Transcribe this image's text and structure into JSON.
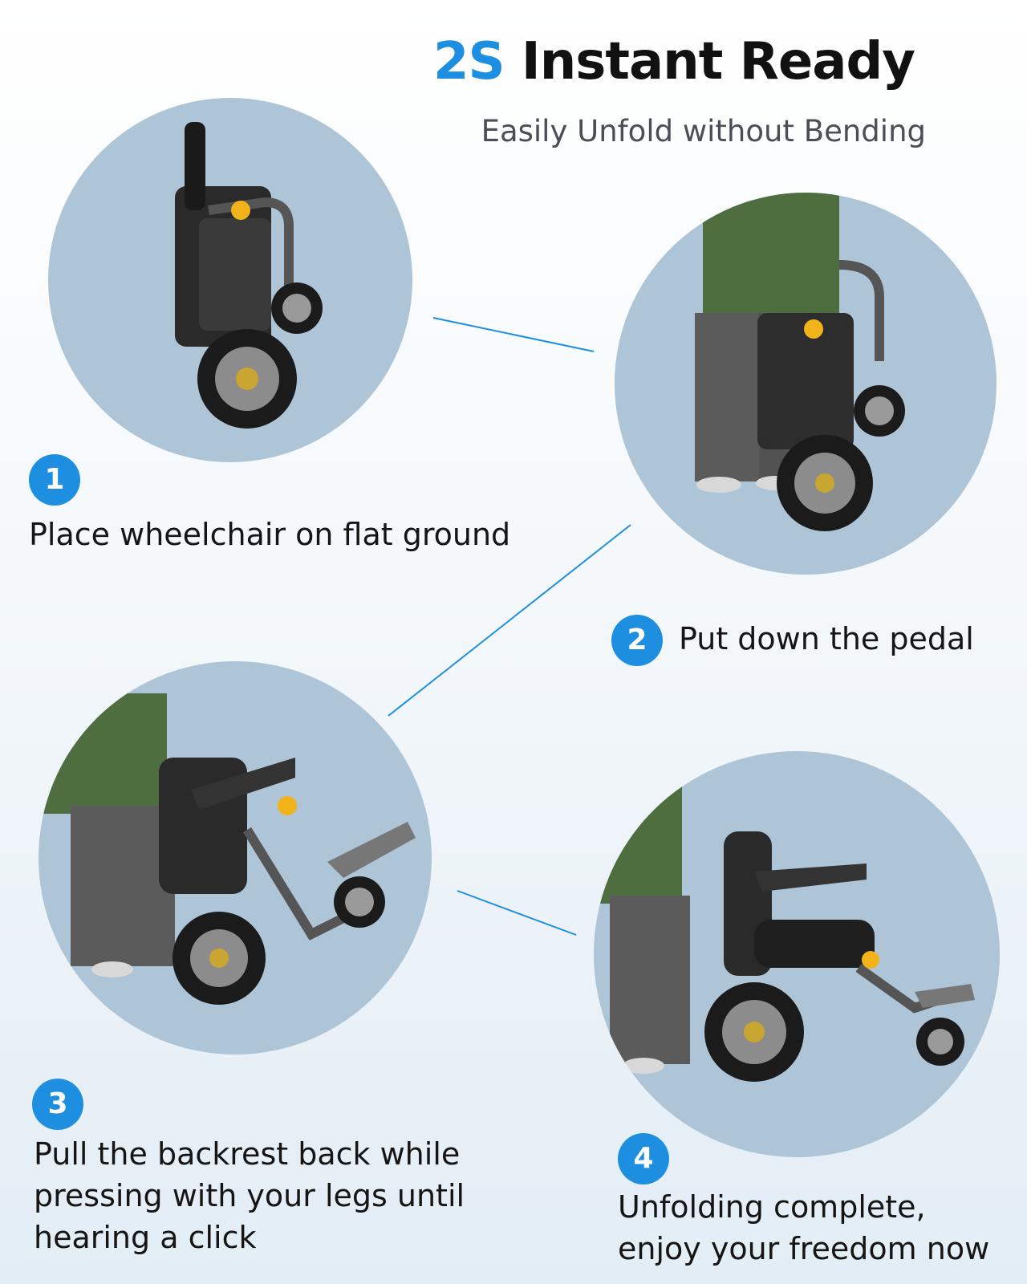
{
  "header": {
    "title_accent": "2S",
    "title_rest": "Instant Ready",
    "subtitle": "Easily Unfold without Bending"
  },
  "colors": {
    "accent": "#1e8fe0",
    "circle": "#adc5d7",
    "connector": "#1e8fe0"
  },
  "steps": [
    {
      "number": "1",
      "lines": [
        "Place wheelchair on flat ground"
      ]
    },
    {
      "number": "2",
      "lines": [
        "Put down the pedal"
      ]
    },
    {
      "number": "3",
      "lines": [
        "Pull the backrest back while",
        "pressing with your legs until",
        "hearing a click"
      ]
    },
    {
      "number": "4",
      "lines": [
        "Unfolding complete,",
        "enjoy your freedom now"
      ]
    }
  ]
}
